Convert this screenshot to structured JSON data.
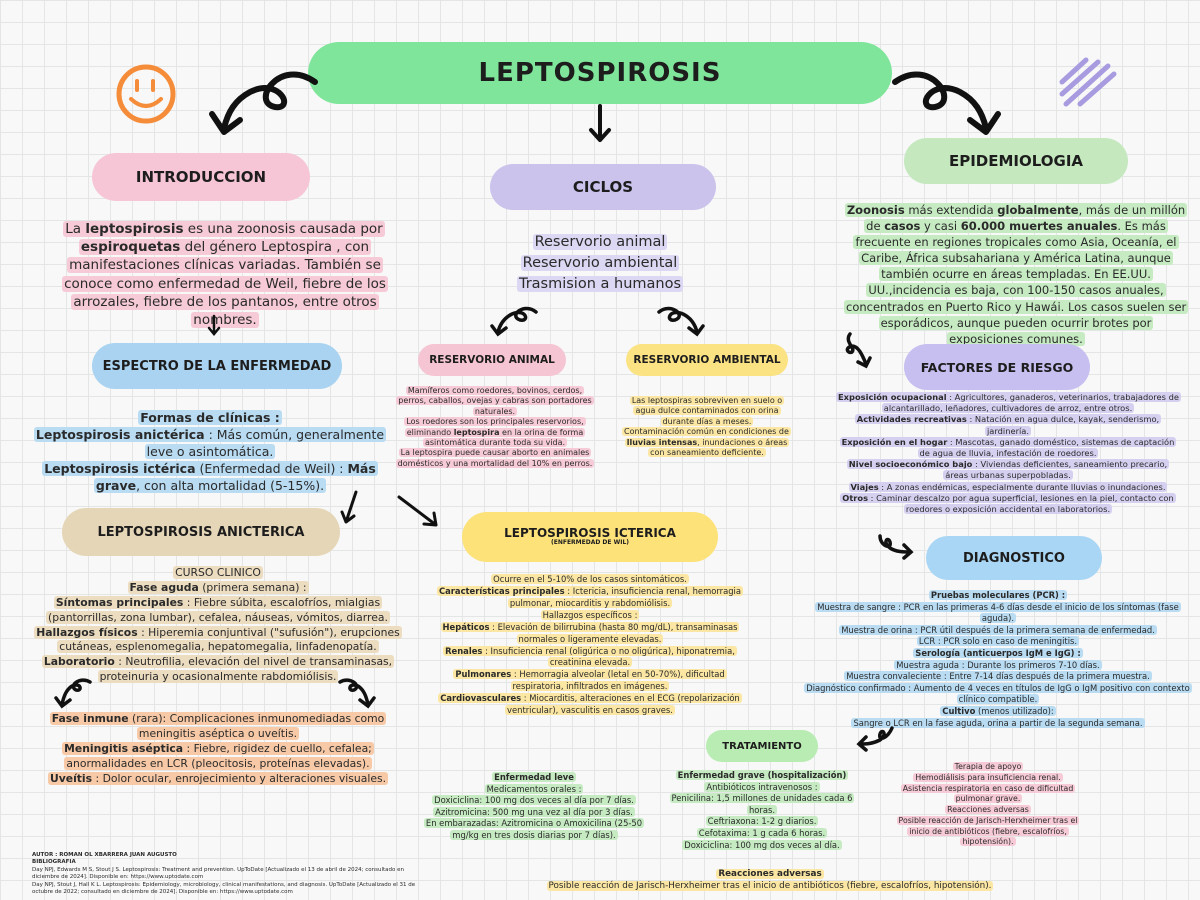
{
  "title": "LEPTOSPIROSIS",
  "sections": {
    "intro": {
      "title": "INTRODUCCION",
      "t1": "La ",
      "t2": "leptospirosis",
      "t3": " es una zoonosis causada por ",
      "t4": "espiroquetas",
      "t5": " del género Leptospira , con manifestaciones clínicas variadas. También se conoce como enfermedad de Weil, fiebre de los arrozales, fiebre de los pantanos, entre otros nombres."
    },
    "espectro": {
      "title": "ESPECTRO DE LA ENFERMEDAD",
      "formas": "Formas de clínicas :",
      "l1a": "Leptospirosis anictérica",
      "l1b": " : Más común, generalmente leve o asintomática.",
      "l2a": "Leptospirosis ictérica",
      "l2b": " (Enfermedad de Weil) : ",
      "l2c": "Más grave",
      "l2d": ", con alta mortalidad (5-15%)."
    },
    "ciclos": {
      "title": "CICLOS",
      "items": [
        "Reservorio animal",
        "Reservorio ambiental",
        "Trasmision a humanos"
      ]
    },
    "reservorio_animal": {
      "title": "RESERVORIO ANIMAL",
      "p1": "Mamíferos como roedores, bovinos, cerdos, perros, caballos, ovejas y cabras son portadores naturales.",
      "p2a": "Los roedores son los principales reservorios, eliminando ",
      "p2b": "leptospira",
      "p2c": " en la orina de forma asintomática durante toda su vida.",
      "p3": "La leptospira puede causar aborto en animales domésticos y una mortalidad del 10% en perros."
    },
    "reservorio_ambiental": {
      "title": "RESERVORIO AMBIENTAL",
      "p1": "Las leptospiras sobreviven en suelo o agua dulce contaminados con orina durante días a meses.",
      "p2a": "Contaminación común en condiciones de ",
      "p2b": "lluvias intensas",
      "p2c": ", inundaciones o áreas con saneamiento deficiente."
    },
    "epidemiologia": {
      "title": "EPIDEMIOLOGIA",
      "a1": "Zoonosis",
      "a2": " más extendida ",
      "a3": "globalmente",
      "a4": ", más de un millón de ",
      "a5": "casos",
      "a6": " y casi ",
      "a7": "60.000 muertes anuales",
      "a8": ". Es más frecuente en regiones tropicales como Asia, Oceanía, el Caribe, África subsahariana y América Latina, aunque también ocurre en áreas templadas. En EE.UU. UU.,incidencia es baja, con 100-150 casos anuales, concentrados en Puerto Rico y Hawái. Los casos suelen ser esporádicos, aunque pueden ocurrir brotes por exposiciones comunes."
    },
    "factores": {
      "title": "FACTORES DE RIESGO",
      "items": [
        {
          "k": "Exposición ocupacional",
          "v": " : Agricultores, ganaderos, veterinarios, trabajadores de alcantarillado, leñadores, cultivadores de arroz, entre otros."
        },
        {
          "k": "Actividades recreativas",
          "v": " : Natación en agua dulce, kayak, senderismo, jardinería."
        },
        {
          "k": "Exposición en el hogar",
          "v": " : Mascotas, ganado doméstico, sistemas de captación de agua de lluvia, infestación de roedores."
        },
        {
          "k": "Nivel socioeconómico bajo",
          "v": " : Viviendas deficientes, saneamiento precario, áreas urbanas superpobladas."
        },
        {
          "k": "Viajes",
          "v": " : A zonas endémicas, especialmente durante lluvias o inundaciones."
        },
        {
          "k": "Otros",
          "v": " : Caminar descalzo por agua superficial, lesiones en la piel, contacto con roedores o exposición accidental en laboratorios."
        }
      ]
    },
    "diagnostico": {
      "title": "DIAGNOSTICO",
      "lines": [
        {
          "b": "Pruebas moleculares (PCR) :",
          "t": ""
        },
        {
          "b": "",
          "t": "Muestra de sangre : PCR en las primeras 4-6 días desde el inicio de los síntomas (fase aguda)."
        },
        {
          "b": "",
          "t": "Muestra de orina : PCR útil después de la primera semana de enfermedad."
        },
        {
          "b": "",
          "t": "LCR : PCR solo en caso de meningitis."
        },
        {
          "b": "Serología (anticuerpos IgM e IgG) :",
          "t": ""
        },
        {
          "b": "",
          "t": "Muestra aguda : Durante los primeros 7-10 días."
        },
        {
          "b": "",
          "t": "Muestra convaleciente : Entre 7-14 días después de la primera muestra."
        },
        {
          "b": "",
          "t": "Diagnóstico confirmado : Aumento de 4 veces en títulos de IgG o IgM positivo con contexto clínico compatible."
        },
        {
          "b": "Cultivo",
          "t": " (menos utilizado):"
        },
        {
          "b": "",
          "t": "Sangre o LCR en la fase aguda, orina a partir de la segunda semana."
        }
      ]
    },
    "anicterica": {
      "title": "LEPTOSPIROSIS ANICTERICA",
      "curso": "CURSO CLINICO",
      "fase1a": "Fase aguda",
      "fase1b": " (primera semana) :",
      "sinta": "Síntomas principales",
      "sintb": " : Fiebre súbita, escalofríos, mialgias (pantorrillas, zona lumbar), cefalea, náuseas, vómitos, diarrea.",
      "hala": "Hallazgos físicos",
      "halb": " : Hiperemia conjuntival (\"sufusión\"), erupciones cutáneas, esplenomegalia, hepatomegalia, linfadenopatía.",
      "laba": "Laboratorio",
      "labb": " : Neutrofilia, elevación del nivel de transaminasas, proteinuria y ocasionalmente rabdomiólisis.",
      "inma": "Fase inmune",
      "inmb": " (rara): Complicaciones inmunomediadas como meningitis aséptica o uveítis.",
      "mena": "Meningitis aséptica",
      "menb": " : Fiebre, rigidez de cuello, cefalea; anormalidades en LCR (pleocitosis, proteínas elevadas).",
      "uvea": "Uveítis",
      "uveb": " : Dolor ocular, enrojecimiento y alteraciones visuales."
    },
    "icterica": {
      "title": "LEPTOSPIROSIS ICTERICA",
      "subtitle": "(ENFERMEDAD DE WIL)",
      "intro": "Ocurre en el 5-10% de los casos sintomáticos.",
      "cara": "Características principales",
      "carb": " : Ictericia, insuficiencia renal, hemorragia pulmonar, miocarditis y rabdomiólisis.",
      "hall": "Hallazgos específicos :",
      "hepa": "Hepáticos",
      "hepb": " : Elevación de bilirrubina (hasta 80 mg/dL), transaminasas normales o ligeramente elevadas.",
      "rena": "Renales",
      "renb": " : Insuficiencia renal (oligúrica o no oligúrica), hiponatremia, creatinina elevada.",
      "pula": "Pulmonares",
      "pulb": " : Hemorragia alveolar (letal en 50-70%), dificultad respiratoria, infiltrados en imágenes.",
      "cara2": "Cardiovasculares",
      "carb2": " : Miocarditis, alteraciones en el ECG (repolarización ventricular), vasculitis en casos graves."
    },
    "tratamiento": {
      "title": "TRATAMIENTO",
      "leve_title": "Enfermedad leve",
      "leve_lines": [
        "Medicamentos orales :",
        "Doxiciclina: 100 mg dos veces al día por 7 días.",
        "Azitromicina: 500 mg una vez al día por 3 días.",
        "En embarazadas: Azitromicina o Amoxicilina (25-50 mg/kg en tres dosis diarias por 7 días)."
      ],
      "grave_title": "Enfermedad grave (hospitalización)",
      "grave_lines": [
        "Antibióticos intravenosos :",
        "Penicilina: 1,5 millones de unidades cada 6 horas.",
        "Ceftriaxona: 1-2 g diarios.",
        "Cefotaxima: 1 g cada 6 horas.",
        "Doxiciclina: 100 mg dos veces al día."
      ],
      "apoyo_lines": [
        "Terapia de apoyo",
        "Hemodiálisis para insuficiencia renal.",
        "Asistencia respiratoria en caso de dificultad pulmonar grave.",
        "Reacciones adversas",
        "Posible reacción de Jarisch-Herxheimer tras el inicio de antibióticos (fiebre, escalofríos, hipotensión)."
      ],
      "reac_title": "Reacciones adversas",
      "reac_text": "Posible reacción de Jarisch-Herxheimer tras el inicio de antibióticos (fiebre, escalofríos, hipotensión)."
    }
  },
  "footer": {
    "autor": "AUTOR : ROMAN OL XBARRERA JUAN AUGUSTO",
    "biblio": "BIBLIOGRAFIA",
    "ref1": "Day NPJ, Edwards M S, Stout J S. Leptospirosis: Treatment and prevention. UpToDate [Actualizado el 13 de abril de 2024; consultado en diciembre de 2024]. Disponible en: https://www.uptodate.com",
    "ref2": "Day NPJ, Stout J, Hall K L. Leptospirosis: Epidemiology, microbiology, clinical manifestations, and diagnosis. UpToDate [Actualizado el 31 de octubre de 2022; consultado en diciembre de 2024]. Disponible en: https://www.uptodate.com"
  },
  "colors": {
    "title": "#7ee59a",
    "intro": "#f7c6d6",
    "espectro": "#a9d3f0",
    "ciclos": "#cbc3ec",
    "res_animal": "#f6c5d3",
    "res_ambiental": "#fbe383",
    "epidemiologia": "#c5e8bf",
    "factores": "#c6bff0",
    "diagnostico": "#a9d6f4",
    "anicterica": "#e6d6b8",
    "icterica": "#fde27a",
    "tratamiento": "#b8ecb2"
  },
  "icons": [
    "smiley-icon",
    "scribble-icon",
    "curly-arrow-icon",
    "down-arrow-icon"
  ]
}
